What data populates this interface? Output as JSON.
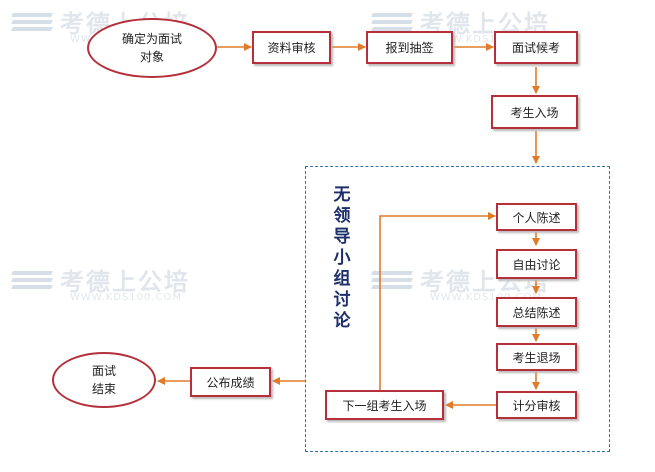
{
  "watermark": {
    "brand": "考德上公培",
    "url": "WWW.KDS100.COM"
  },
  "nodes": {
    "start": {
      "line1": "确定为面试",
      "line2": "对象"
    },
    "review": "资料审核",
    "draw": "报到抽签",
    "wait": "面试候考",
    "enter": "考生入场",
    "statement": "个人陈述",
    "free": "自由讨论",
    "summary": "总结陈述",
    "exit": "考生退场",
    "scoring": "计分审核",
    "next": "下一组考生入场",
    "publish": "公布成绩",
    "end": {
      "line1": "面试",
      "line2": "结束"
    }
  },
  "group_label": [
    "无",
    "领",
    "导",
    "小",
    "组",
    "讨",
    "论"
  ],
  "colors": {
    "box_border": "#b5303a",
    "arrow": "#e07b2a",
    "group_border": "#3a6ea5",
    "group_label": "#1c2f6b"
  }
}
